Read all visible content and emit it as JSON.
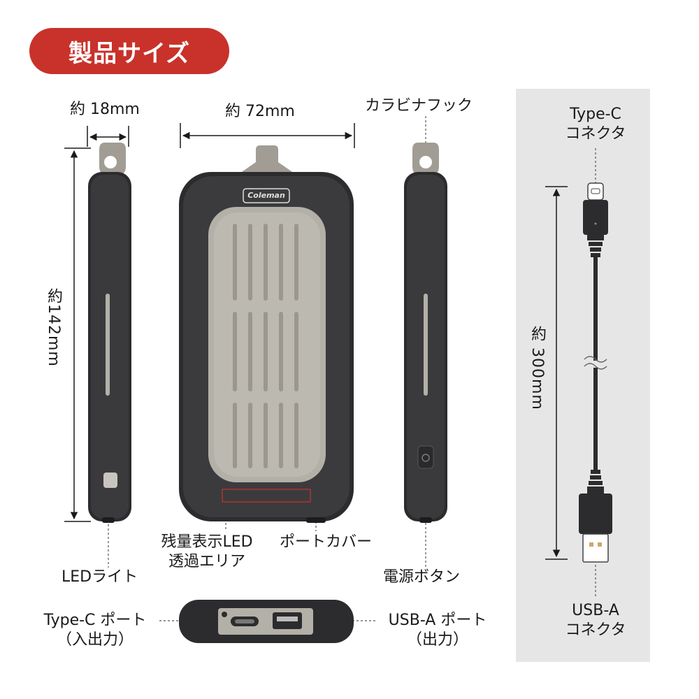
{
  "header": {
    "title": "製品サイズ"
  },
  "dimensions": {
    "thickness": "約 18mm",
    "width": "約 72mm",
    "height": "約142mm",
    "cable_length": "約 300mm"
  },
  "callouts": {
    "carabiner_hook": "カラビナフック",
    "led_light": "LEDライト",
    "battery_led_line1": "残量表示LED",
    "battery_led_line2": "透過エリア",
    "port_cover": "ポートカバー",
    "power_button": "電源ボタン",
    "typec_port_line1": "Type-C ポート",
    "typec_port_line2": "（入出力）",
    "usba_port_line1": "USB-A ポート",
    "usba_port_line2": "（出力）"
  },
  "cable": {
    "typec_line1": "Type-C",
    "typec_line2": "コネクタ",
    "usba_line1": "USB-A",
    "usba_line2": "コネクタ"
  },
  "device": {
    "brand": "Coleman"
  },
  "colors": {
    "accent": "#c8322b",
    "body": "#2c2c2e",
    "pad": "#b3b0a8",
    "hook": "#a19d94",
    "panel": "#e6e6e6"
  }
}
